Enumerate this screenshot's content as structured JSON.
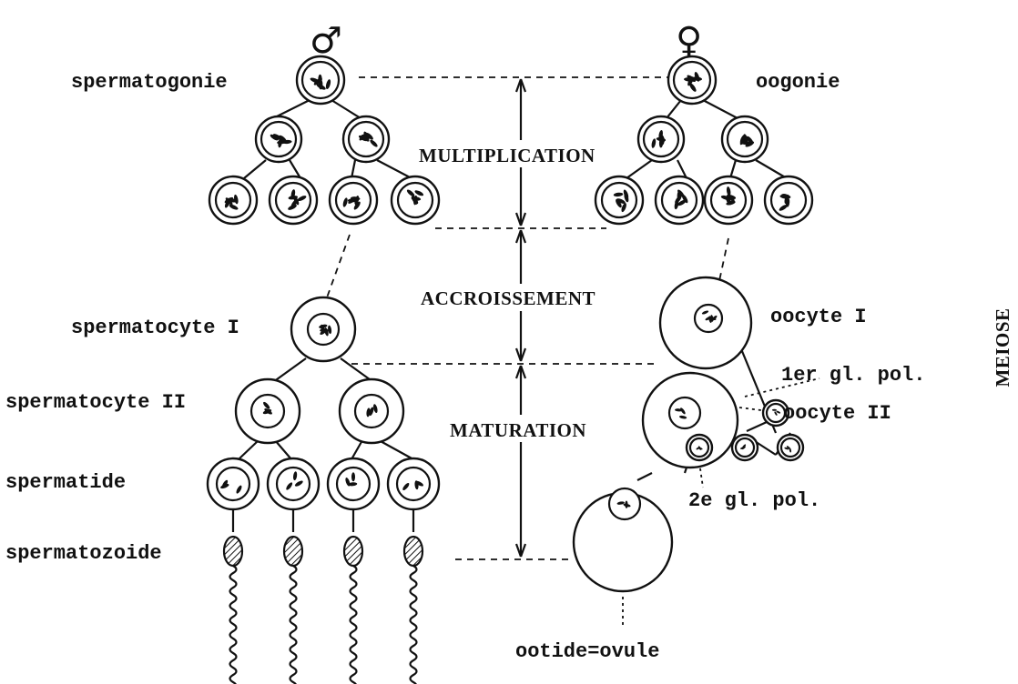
{
  "symbols": {
    "male": "♂",
    "female": "♀"
  },
  "male_labels": {
    "spermatogonie": "spermatogonie",
    "spermatocyte1": "spermatocyte I",
    "spermatocyte2": "spermatocyte II",
    "spermatide": "spermatide",
    "spermatozoide": "spermatozoide"
  },
  "female_labels": {
    "oogonie": "oogonie",
    "oocyte1": "oocyte I",
    "polar1": "1er gl. pol.",
    "oocyte2": "oocyte II",
    "polar2": "2e gl. pol.",
    "ootide": "ootide=ovule"
  },
  "phases": {
    "multiplication": "MULTIPLICATION",
    "accroissement": "ACCROISSEMENT",
    "maturation": "MATURATION",
    "meiose": "MEIOSE"
  }
}
